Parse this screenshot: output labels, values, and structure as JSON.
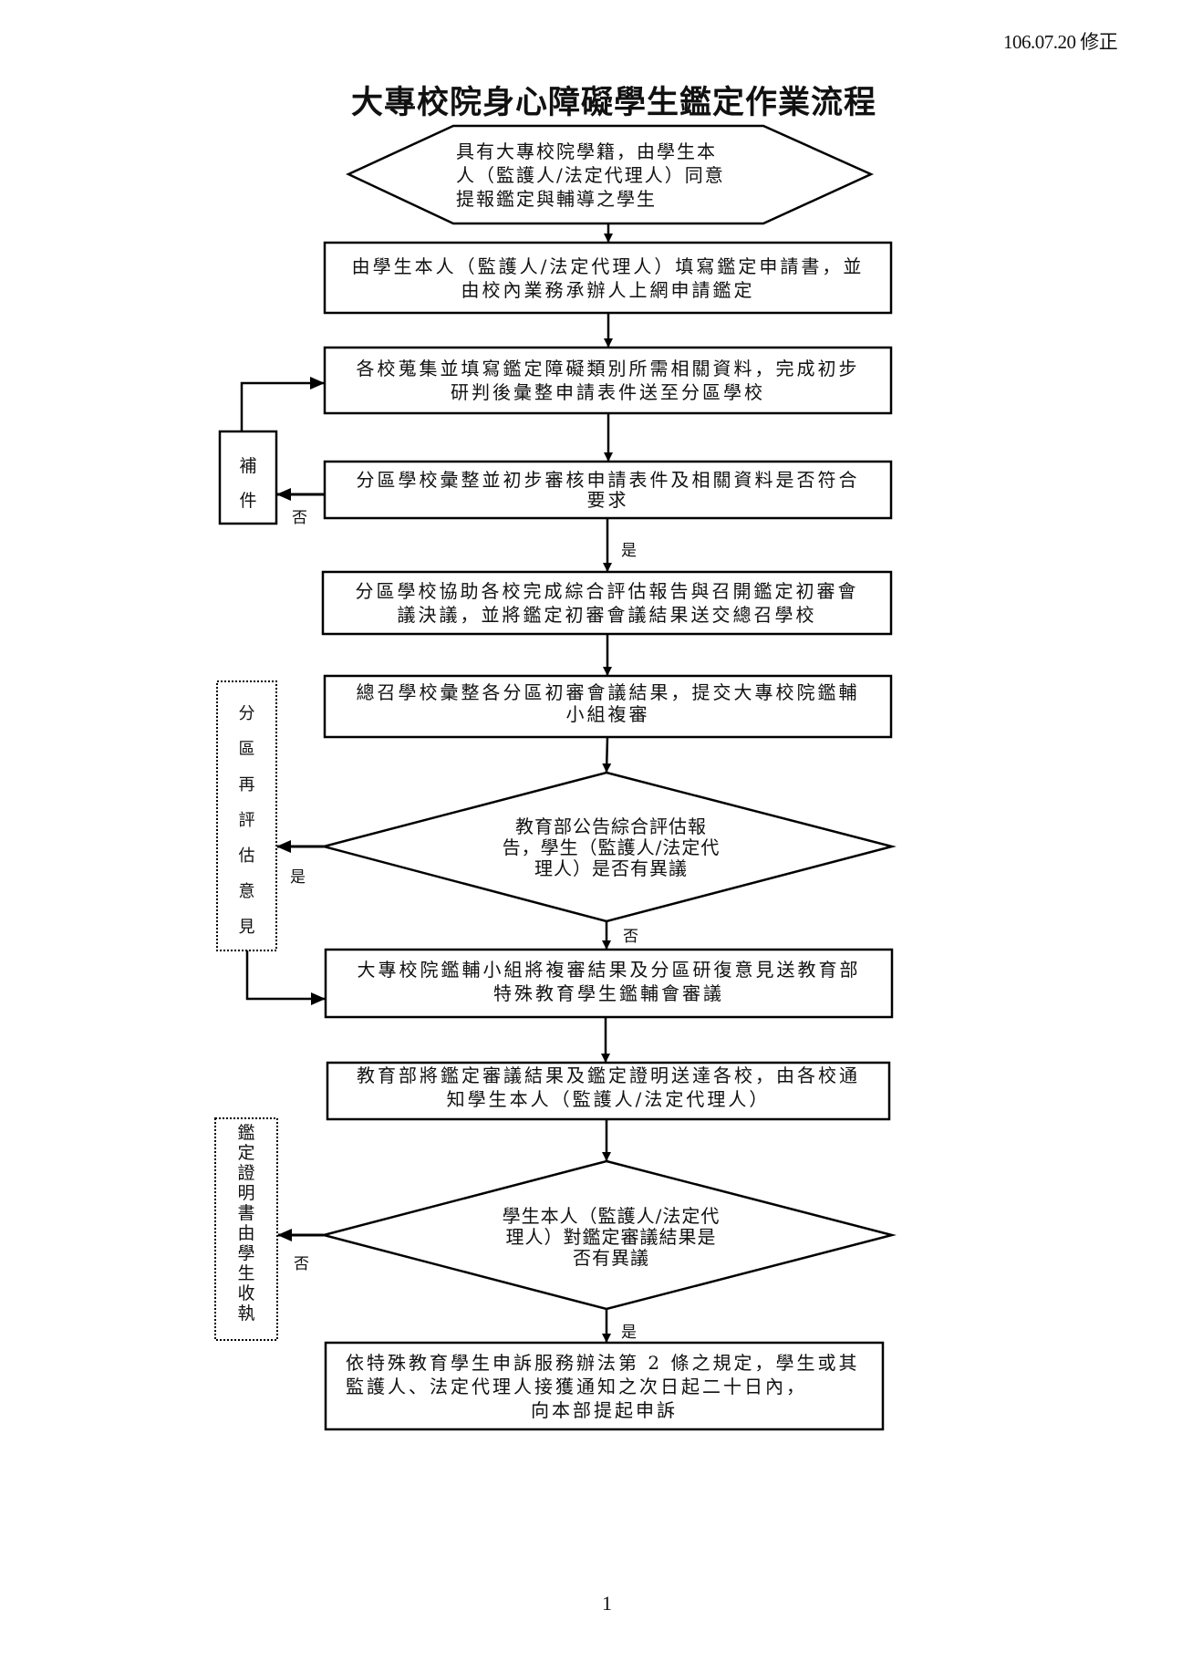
{
  "header": {
    "revision": "106.07.20 修正",
    "title": "大專校院身心障礙學生鑑定作業流程"
  },
  "flow": {
    "start": {
      "lines": [
        "具有大專校院學籍，由學生本",
        "人（監護人/法定代理人）同意",
        "提報鑑定與輔導之學生"
      ]
    },
    "steps": [
      {
        "lines": [
          "由學生本人（監護人/法定代理人）填寫鑑定申請書，並",
          "由校內業務承辦人上網申請鑑定"
        ]
      },
      {
        "lines": [
          "各校蒐集並填寫鑑定障礙類別所需相關資料，完成初步",
          "研判後彙整申請表件送至分區學校"
        ]
      },
      {
        "lines": [
          "分區學校彙整並初步審核申請表件及相關資料是否符合",
          "要求"
        ]
      },
      {
        "lines": [
          "分區學校協助各校完成綜合評估報告與召開鑑定初審會",
          "議決議，並將鑑定初審會議結果送交總召學校"
        ]
      },
      {
        "lines": [
          "總召學校彙整各分區初審會議結果，提交大專校院鑑輔",
          "小組複審"
        ]
      },
      {
        "lines": [
          "大專校院鑑輔小組將複審結果及分區研復意見送教育部",
          "特殊教育學生鑑輔會審議"
        ]
      },
      {
        "lines": [
          "教育部將鑑定審議結果及鑑定證明送達各校，由各校通",
          "知學生本人（監護人/法定代理人）"
        ]
      },
      {
        "lines": [
          "依特殊教育學生申訴服務辦法第 2 條之規定，學生或其",
          "監護人、法定代理人接獲通知之次日起二十日內，",
          "向本部提起申訴"
        ]
      }
    ],
    "decisions": [
      {
        "lines": [
          "教育部公告綜合評估報",
          "告，學生（監護人/法定代",
          "理人）是否有異議"
        ]
      },
      {
        "lines": [
          "學生本人（監護人/法定代",
          "理人）對鑑定審議結果是",
          "否有異議"
        ]
      }
    ],
    "side_boxes": [
      {
        "chars": [
          "補",
          "件"
        ]
      },
      {
        "chars": [
          "分",
          "區",
          "再",
          "評",
          "估",
          "意",
          "見"
        ]
      },
      {
        "chars": [
          "鑑",
          "定",
          "證",
          "明",
          "書",
          "由",
          "學",
          "生",
          "收",
          "執"
        ]
      }
    ],
    "edge_labels": {
      "step3_no": "否",
      "step3_yes": "是",
      "decision1_yes": "是",
      "decision1_no": "否",
      "decision2_no": "否",
      "decision2_yes": "是"
    }
  },
  "footer": {
    "page_number": "1"
  }
}
